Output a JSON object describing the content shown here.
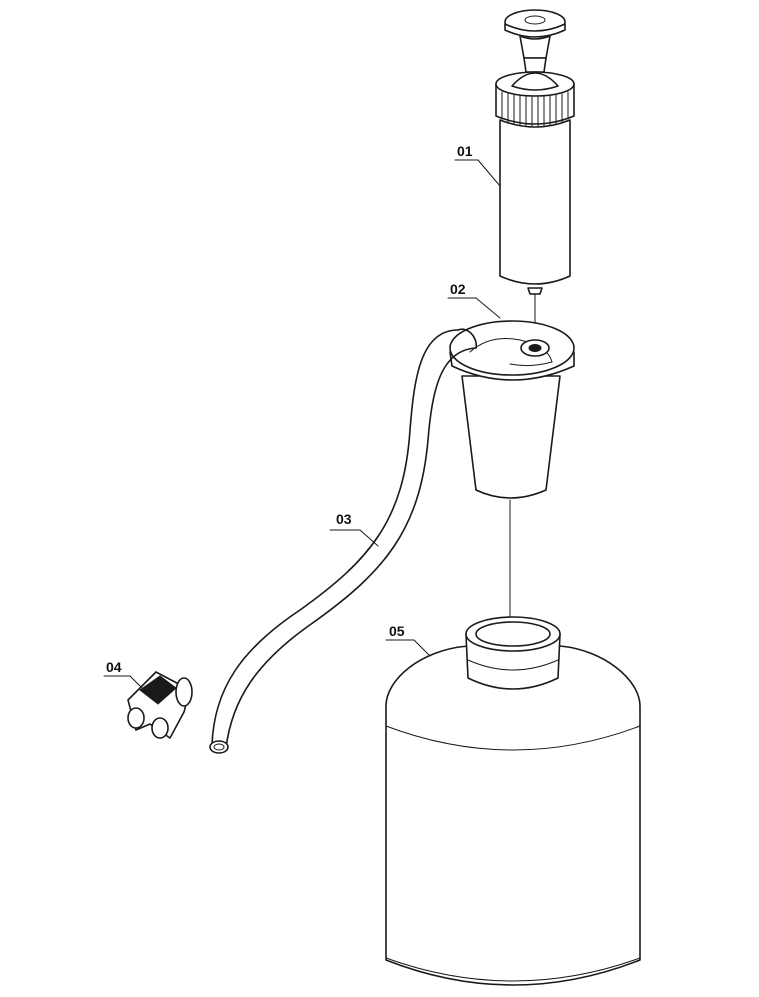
{
  "parts": [
    {
      "id": "syringe",
      "label": "01"
    },
    {
      "id": "suction-head",
      "label": "02"
    },
    {
      "id": "hose",
      "label": "03"
    },
    {
      "id": "hose-clip",
      "label": "04"
    },
    {
      "id": "container",
      "label": "05"
    }
  ],
  "colors": {
    "line": "#1a1a1a",
    "background": "#ffffff"
  }
}
